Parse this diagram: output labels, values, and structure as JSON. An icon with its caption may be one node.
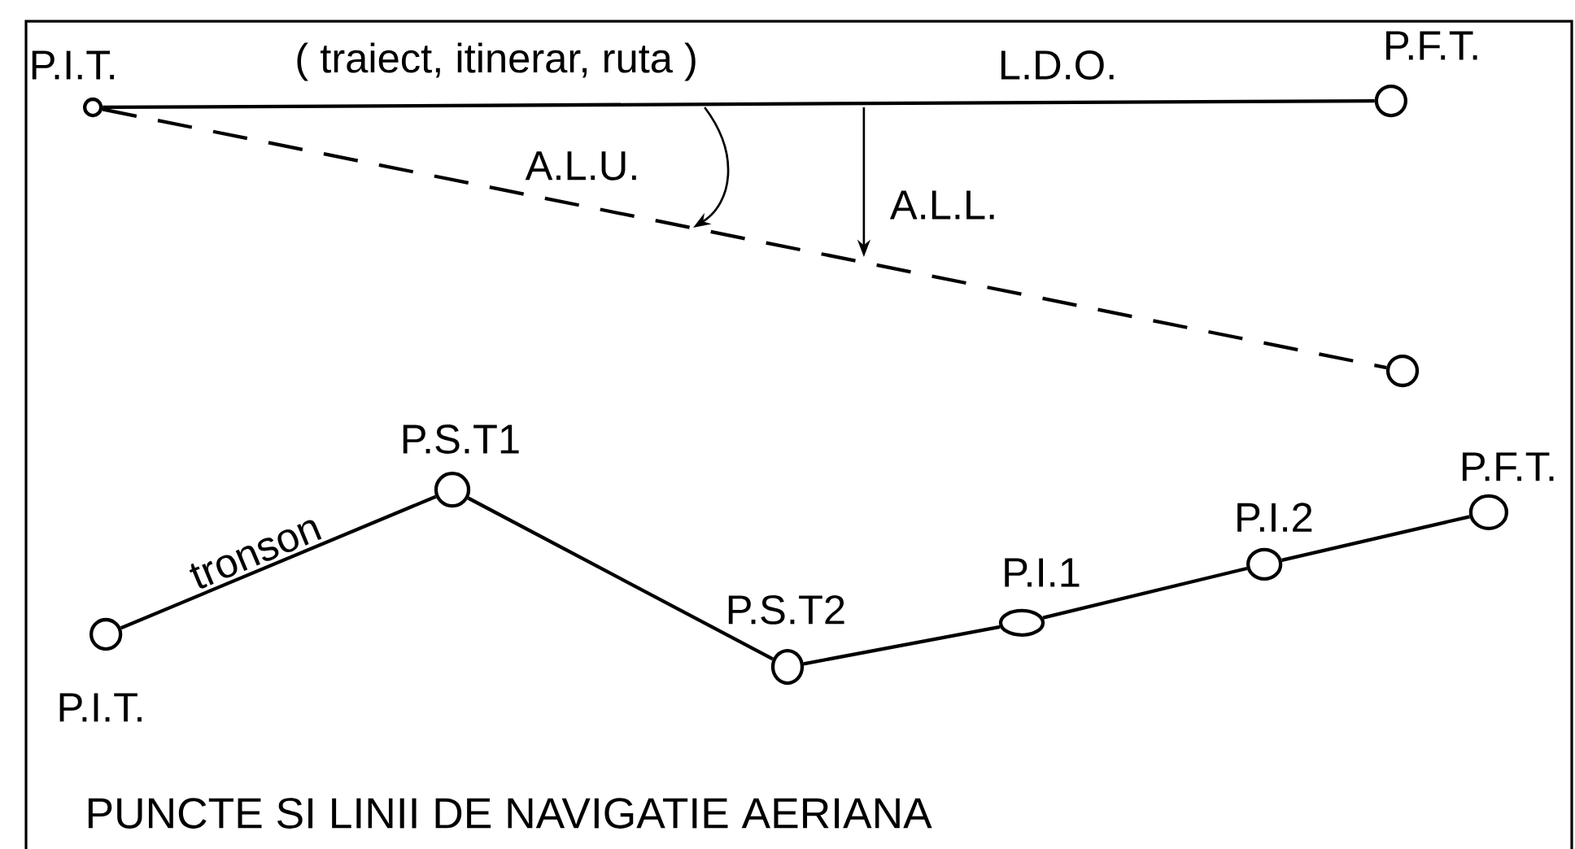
{
  "diagram": {
    "caption": "PUNCTE SI LINII DE NAVIGATIE AERIANA",
    "nodes": [
      {
        "text": [],
        "shape": "circle",
        "beside": [
          "P.I.T."
        ]
      },
      {
        "text": [],
        "shape": "circle",
        "beside": [
          "P.F.T."
        ]
      },
      {
        "text": [],
        "shape": "circle"
      },
      {
        "text": [],
        "shape": "circle",
        "beside": [
          "P.I.T."
        ]
      },
      {
        "text": [],
        "shape": "circle",
        "beside": [
          "P.S.T1"
        ]
      },
      {
        "text": [],
        "shape": "circle",
        "beside": [
          "P.S.T2"
        ]
      },
      {
        "text": [],
        "shape": "circle",
        "beside": [
          "P.I.1"
        ]
      },
      {
        "text": [],
        "shape": "circle",
        "beside": [
          "P.I.2"
        ]
      },
      {
        "text": [],
        "shape": "circle",
        "beside": [
          "P.F.T."
        ]
      }
    ],
    "edges": [
      {
        "from": 0,
        "to": 1,
        "arrow": "none"
      },
      {
        "from": 0,
        "to": 2,
        "arrow": "none",
        "style": "dashed"
      },
      {
        "from": 3,
        "to": 4,
        "arrow": "none",
        "label": "tronson"
      },
      {
        "from": 4,
        "to": 5,
        "arrow": "none"
      },
      {
        "from": 5,
        "to": 6,
        "arrow": "none"
      },
      {
        "from": 6,
        "to": 7,
        "arrow": "none"
      },
      {
        "from": 7,
        "to": 8,
        "arrow": "none"
      }
    ],
    "labels": [
      "( traiect, itinerar, ruta )",
      "L.D.O.",
      "A.L.U.",
      "A.L.L."
    ]
  }
}
